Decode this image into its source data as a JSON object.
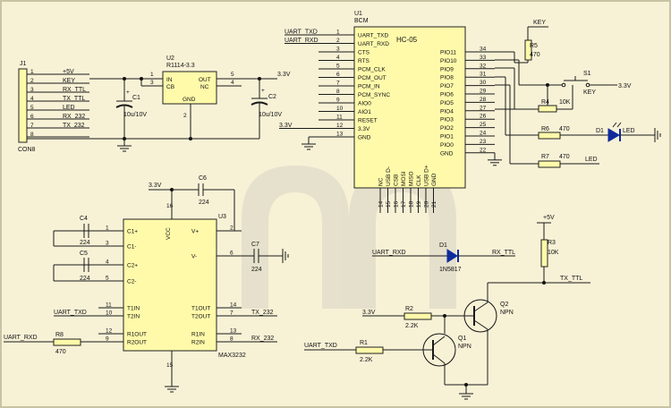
{
  "colors": {
    "background": "#f7f1d6",
    "chip_fill": "#fffaaa",
    "wire": "#1a1a1a",
    "watermark": "#d8d3c4"
  },
  "j1": {
    "ref": "J1",
    "name": "CON8",
    "pins": [
      "1",
      "2",
      "3",
      "4",
      "5",
      "6",
      "7",
      "8"
    ],
    "nets": [
      "+5V",
      "KEY",
      "RX_TTL",
      "TX_TTL",
      "LED",
      "RX_232",
      "TX_232",
      ""
    ]
  },
  "u2": {
    "ref": "U2",
    "name": "R1114-3.3",
    "in": "IN",
    "cb": "CB",
    "out": "OUT",
    "nc": "NC",
    "gnd": "GND",
    "p1": "1",
    "p3": "3",
    "p2": "2",
    "p5": "5",
    "p4": "4",
    "net_out": "3.3V"
  },
  "c1": {
    "ref": "C1",
    "value": "10u/10V",
    "plus": "+"
  },
  "c2": {
    "ref": "C2",
    "value": "10u/10V",
    "plus": "+"
  },
  "u1": {
    "ref": "U1",
    "name": "BCM",
    "title": "HC-05",
    "left_pins": [
      {
        "num": "1",
        "label": "UART_TXD",
        "net": "UART_TXD"
      },
      {
        "num": "2",
        "label": "UART_RXD",
        "net": "UART_RXD"
      },
      {
        "num": "3",
        "label": "CTS",
        "net": ""
      },
      {
        "num": "4",
        "label": "RTS",
        "net": ""
      },
      {
        "num": "5",
        "label": "PCM_CLK",
        "net": ""
      },
      {
        "num": "6",
        "label": "PCM_OUT",
        "net": ""
      },
      {
        "num": "7",
        "label": "PCM_IN",
        "net": ""
      },
      {
        "num": "8",
        "label": "PCM_SYNC",
        "net": ""
      },
      {
        "num": "9",
        "label": "AIO0",
        "net": ""
      },
      {
        "num": "10",
        "label": "AIO1",
        "net": ""
      },
      {
        "num": "11",
        "label": "RESET",
        "net": ""
      },
      {
        "num": "12",
        "label": "3.3V",
        "net": "3.3V"
      },
      {
        "num": "13",
        "label": "GND",
        "net": ""
      }
    ],
    "right_pins": [
      {
        "num": "34",
        "label": "PIO11"
      },
      {
        "num": "33",
        "label": "PIO10"
      },
      {
        "num": "32",
        "label": "PIO9"
      },
      {
        "num": "31",
        "label": "PIO8"
      },
      {
        "num": "30",
        "label": "PIO7"
      },
      {
        "num": "29",
        "label": "PIO6"
      },
      {
        "num": "28",
        "label": "PIO5"
      },
      {
        "num": "27",
        "label": "PIO4"
      },
      {
        "num": "26",
        "label": "PIO3"
      },
      {
        "num": "25",
        "label": "PIO2"
      },
      {
        "num": "24",
        "label": "PIO1"
      },
      {
        "num": "23",
        "label": "PIO0"
      },
      {
        "num": "22",
        "label": "GND"
      }
    ],
    "bottom_pins": [
      {
        "num": "14",
        "label": "NC"
      },
      {
        "num": "15",
        "label": "USB D-"
      },
      {
        "num": "16",
        "label": "CSB"
      },
      {
        "num": "17",
        "label": "MOSI"
      },
      {
        "num": "18",
        "label": "MISO"
      },
      {
        "num": "19",
        "label": "CLK"
      },
      {
        "num": "20",
        "label": "USB D+"
      },
      {
        "num": "21",
        "label": "GND"
      }
    ]
  },
  "r5": {
    "ref": "R5",
    "value": "470",
    "net_top": "KEY"
  },
  "s1": {
    "ref": "S1",
    "name": "KEY",
    "net": "3.3V"
  },
  "r4": {
    "ref": "R4",
    "value": "10K"
  },
  "r6": {
    "ref": "R6",
    "value": "470"
  },
  "d1led": {
    "ref": "D1",
    "name": "LED"
  },
  "r7": {
    "ref": "R7",
    "value": "470",
    "net": "LED"
  },
  "u3": {
    "ref": "U3",
    "name": "MAX3232",
    "vcc": "VCC",
    "vcc_pin": "16",
    "gnd_pin": "15",
    "net_vcc": "3.3V",
    "left_pins": [
      {
        "num": "1",
        "label": "C1+"
      },
      {
        "num": "3",
        "label": "C1-"
      },
      {
        "num": "4",
        "label": "C2+"
      },
      {
        "num": "5",
        "label": "C2-"
      },
      {
        "num": "11",
        "label": "T1IN"
      },
      {
        "num": "10",
        "label": "T2IN"
      },
      {
        "num": "12",
        "label": "R1OUT"
      },
      {
        "num": "9",
        "label": "R2OUT"
      }
    ],
    "right_pins": [
      {
        "num": "2",
        "label": "V+"
      },
      {
        "num": "6",
        "label": "V-"
      },
      {
        "num": "14",
        "label": "T1OUT"
      },
      {
        "num": "7",
        "label": "T2OUT"
      },
      {
        "num": "13",
        "label": "R1IN"
      },
      {
        "num": "8",
        "label": "R2IN"
      }
    ],
    "nets": {
      "t2in": "UART_TXD",
      "t2out": "TX_232",
      "r2in": "RX_232",
      "r2out": "UART_RXD"
    }
  },
  "c6": {
    "ref": "C6",
    "value": "224"
  },
  "c4": {
    "ref": "C4",
    "value": "224"
  },
  "c5": {
    "ref": "C5",
    "value": "224"
  },
  "c7": {
    "ref": "C7",
    "value": "224"
  },
  "r8": {
    "ref": "R8",
    "value": "470"
  },
  "d1": {
    "ref": "D1",
    "value": "1N5817",
    "net_in": "UART_RXD",
    "net_out": "RX_TTL"
  },
  "r3": {
    "ref": "R3",
    "value": "10K",
    "net_top": "+5V",
    "net_out": "TX_TTL"
  },
  "q2": {
    "ref": "Q2",
    "type": "NPN"
  },
  "q1": {
    "ref": "Q1",
    "type": "NPN"
  },
  "r2": {
    "ref": "R2",
    "value": "2.2K",
    "net": "3.3V"
  },
  "r1": {
    "ref": "R1",
    "value": "2.2K",
    "net": "UART_TXD"
  }
}
